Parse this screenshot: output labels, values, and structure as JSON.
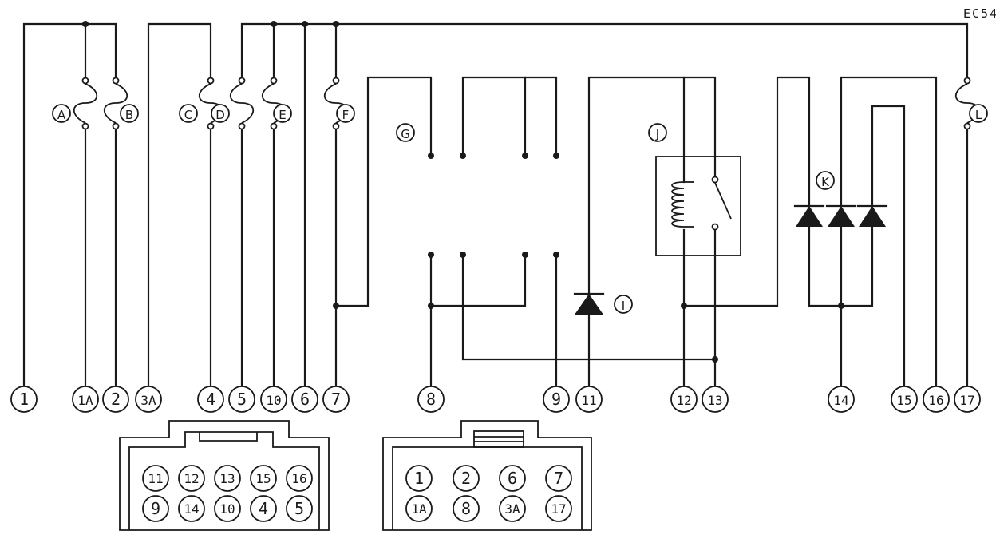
{
  "diagram_code": "EC54",
  "component_labels": {
    "A": "A",
    "B": "B",
    "C": "C",
    "D": "D",
    "E": "E",
    "F": "F",
    "G": "G",
    "I": "I",
    "J": "J",
    "K": "K",
    "L": "L"
  },
  "terminals": [
    "1",
    "1A",
    "2",
    "3A",
    "4",
    "5",
    "10",
    "6",
    "7",
    "8",
    "9",
    "11",
    "12",
    "13",
    "14",
    "15",
    "16",
    "17"
  ],
  "connector_left": {
    "top_row": [
      "11",
      "12",
      "13",
      "15",
      "16"
    ],
    "bottom_row": [
      "9",
      "14",
      "10",
      "4",
      "5"
    ]
  },
  "connector_right": {
    "top_row": [
      "1",
      "2",
      "6",
      "7"
    ],
    "bottom_row": [
      "1A",
      "8",
      "3A",
      "17"
    ]
  }
}
